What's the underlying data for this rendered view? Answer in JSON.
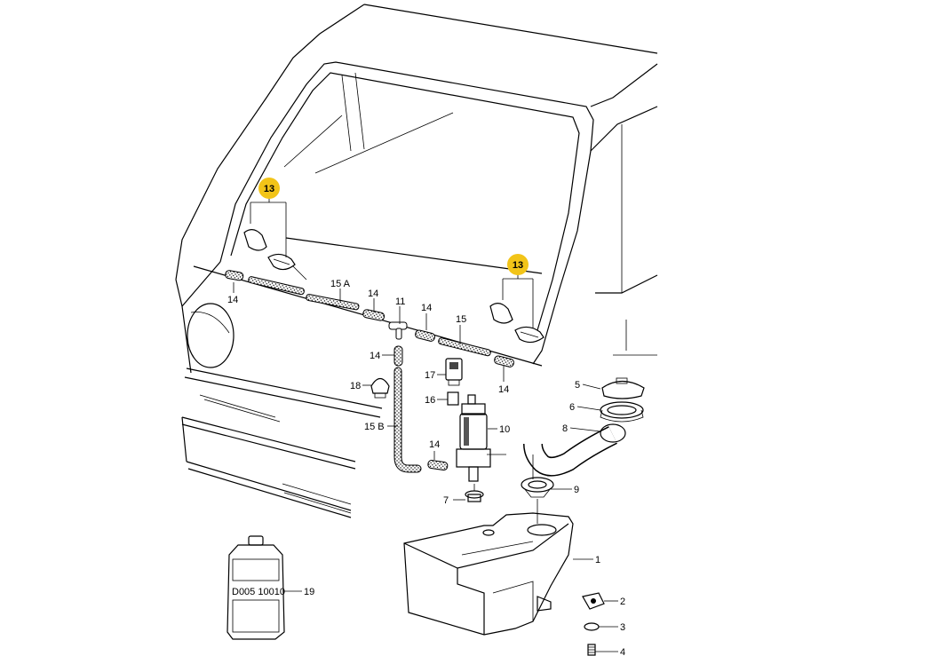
{
  "callouts": {
    "c13_left": "13",
    "c13_right": "13",
    "c14_a": "14",
    "c15A": "15 A",
    "c14_b": "14",
    "c11": "11",
    "c14_c": "14",
    "c15": "15",
    "c14_d": "14",
    "c14_e": "14",
    "c18": "18",
    "c17": "17",
    "c16": "16",
    "c15B": "15 B",
    "c14_f": "14",
    "c10": "10",
    "c7": "7",
    "c5": "5",
    "c6": "6",
    "c8": "8",
    "c9": "9",
    "c1": "1",
    "c2": "2",
    "c3": "3",
    "c4": "4",
    "c19": "19"
  },
  "bottle": {
    "label_text": "D005 10010"
  },
  "colors": {
    "badge_fill": "#F2C418",
    "line": "#000000",
    "background": "#ffffff"
  }
}
